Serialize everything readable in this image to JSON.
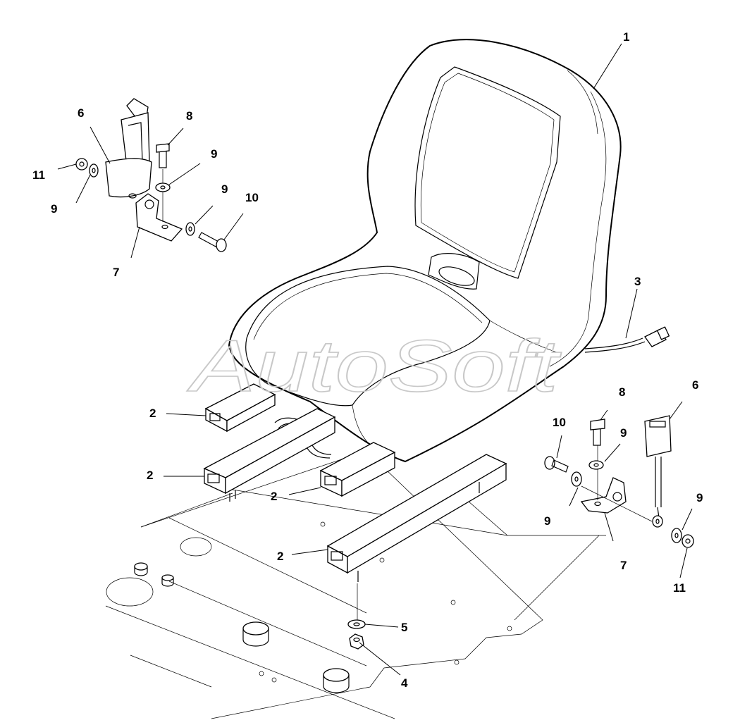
{
  "watermark": "AutoSoft",
  "callouts": [
    {
      "id": "c1",
      "label": "1"
    },
    {
      "id": "c2a",
      "label": "2"
    },
    {
      "id": "c2b",
      "label": "2"
    },
    {
      "id": "c2c",
      "label": "2"
    },
    {
      "id": "c2d",
      "label": "2"
    },
    {
      "id": "c3",
      "label": "3"
    },
    {
      "id": "c4",
      "label": "4"
    },
    {
      "id": "c5",
      "label": "5"
    },
    {
      "id": "c6l",
      "label": "6"
    },
    {
      "id": "c6r",
      "label": "6"
    },
    {
      "id": "c7l",
      "label": "7"
    },
    {
      "id": "c7r",
      "label": "7"
    },
    {
      "id": "c8l",
      "label": "8"
    },
    {
      "id": "c8r",
      "label": "8"
    },
    {
      "id": "c9a",
      "label": "9"
    },
    {
      "id": "c9b",
      "label": "9"
    },
    {
      "id": "c9c",
      "label": "9"
    },
    {
      "id": "c9d",
      "label": "9"
    },
    {
      "id": "c9e",
      "label": "9"
    },
    {
      "id": "c9f",
      "label": "9"
    },
    {
      "id": "c10l",
      "label": "10"
    },
    {
      "id": "c10r",
      "label": "10"
    },
    {
      "id": "c11l",
      "label": "11"
    },
    {
      "id": "c11r",
      "label": "11"
    }
  ]
}
